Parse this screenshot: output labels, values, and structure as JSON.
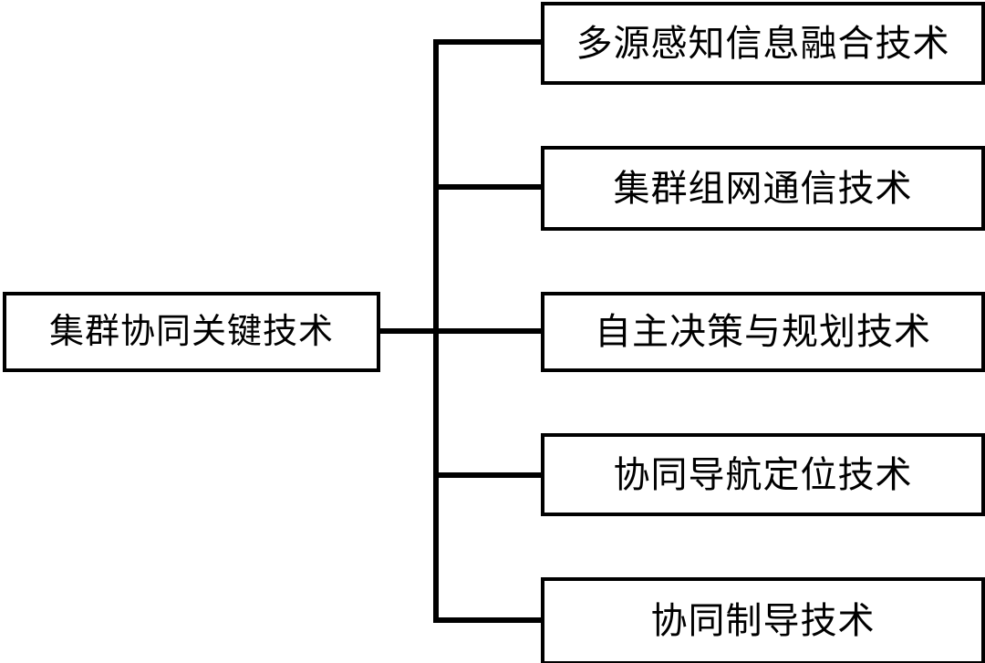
{
  "diagram": {
    "title": "集群协同关键技术",
    "type": "tree-hierarchy",
    "orientation": "left-to-right",
    "colors": {
      "background": "#ffffff",
      "stroke": "#000000",
      "text": "#000000"
    },
    "root": {
      "label": "集群协同关键技术"
    },
    "children": [
      {
        "label": "多源感知信息融合技术"
      },
      {
        "label": "集群组网通信技术"
      },
      {
        "label": "自主决策与规划技术"
      },
      {
        "label": "协同导航定位技术"
      },
      {
        "label": "协同制导技术"
      }
    ]
  }
}
